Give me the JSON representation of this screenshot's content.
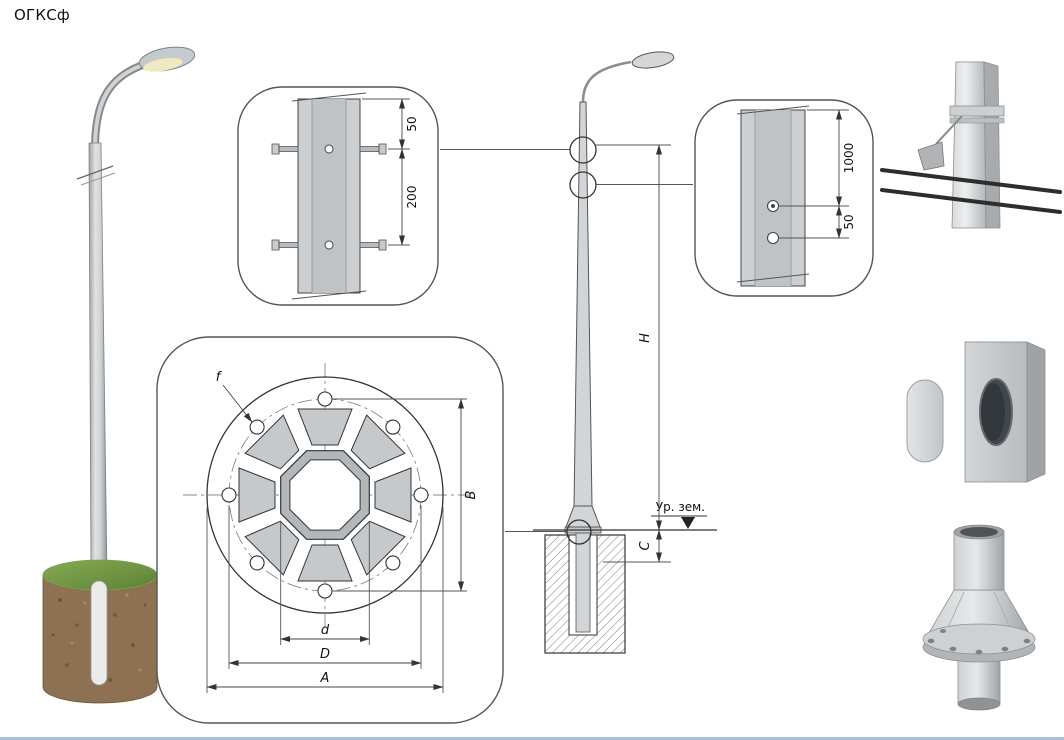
{
  "title": "ОГКСф",
  "detail_top": {
    "dim_offset": "50",
    "dim_spacing": "200"
  },
  "detail_right": {
    "dim_height": "1000",
    "dim_offset": "50"
  },
  "flange_plan": {
    "dim_hole": "f",
    "dim_bolt_span": "B",
    "dim_shaft": "d",
    "dim_bolt_circle": "D",
    "dim_outer": "A"
  },
  "elevation": {
    "dim_height": "H",
    "dim_embed": "C",
    "ground_label": "Ур. зем."
  },
  "colors": {
    "line": "#333333",
    "metal_light": "#dfe1e3",
    "metal_mid": "#c0c3c6",
    "metal_dark": "#8f9396",
    "soil": "#8d7152",
    "grass": "#7aa24a",
    "lamp_glow": "#efe9c2",
    "cable": "#2d2d2d"
  }
}
